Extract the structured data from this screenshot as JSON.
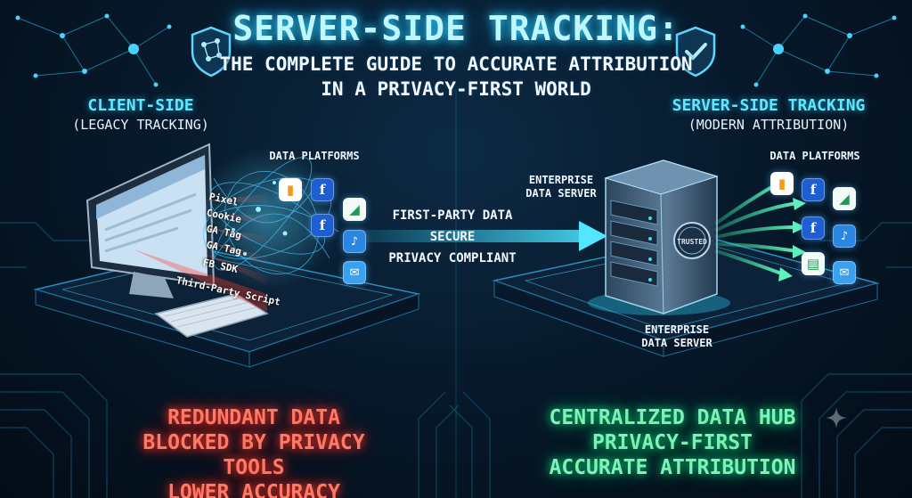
{
  "header": {
    "title": "SERVER-SIDE TRACKING:",
    "subtitle_line1": "THE COMPLETE GUIDE TO ACCURATE ATTRIBUTION",
    "subtitle_line2": "IN A PRIVACY-FIRST WORLD"
  },
  "left": {
    "heading": "CLIENT-SIDE",
    "subheading": "(LEGACY TRACKING)",
    "platforms_label": "DATA PLATFORMS",
    "tags": [
      "Pixel",
      "Cookie",
      "GA Tag",
      "GA Tag",
      "FB SDK",
      "Third-Party Script"
    ],
    "icons": [
      "analytics-icon",
      "facebook-icon",
      "ads-icon",
      "facebook-icon",
      "tiktok-icon",
      "chat-icon"
    ],
    "outcomes": [
      "REDUNDANT DATA",
      "BLOCKED BY PRIVACY TOOLS",
      "LOWER ACCURACY"
    ],
    "outcome_color": "#ff6a55"
  },
  "middle": {
    "flow_labels": [
      "FIRST-PARTY DATA",
      "SECURE",
      "PRIVACY COMPLIANT"
    ]
  },
  "right": {
    "heading": "SERVER-SIDE TRACKING",
    "subheading": "(MODERN ATTRIBUTION)",
    "server_label_top": [
      "ENTERPRISE",
      "DATA SERVER"
    ],
    "server_label_bottom": [
      "ENTERPRISE",
      "DATA SERVER"
    ],
    "seal_text": "TRUSTED",
    "platforms_label": "DATA PLATFORMS",
    "icons": [
      "analytics-icon",
      "facebook-icon",
      "ads-icon",
      "facebook-icon",
      "tiktok-icon",
      "ads-icon",
      "chat-icon"
    ],
    "outcomes": [
      "CENTRALIZED DATA HUB",
      "PRIVACY-FIRST",
      "ACCURATE ATTRIBUTION"
    ],
    "outcome_color": "#5ff0a8"
  },
  "colors": {
    "accent_cyan": "#2fd6ff",
    "background": "#05121f",
    "danger_red": "#ff3b2b",
    "success_green": "#19d681"
  }
}
